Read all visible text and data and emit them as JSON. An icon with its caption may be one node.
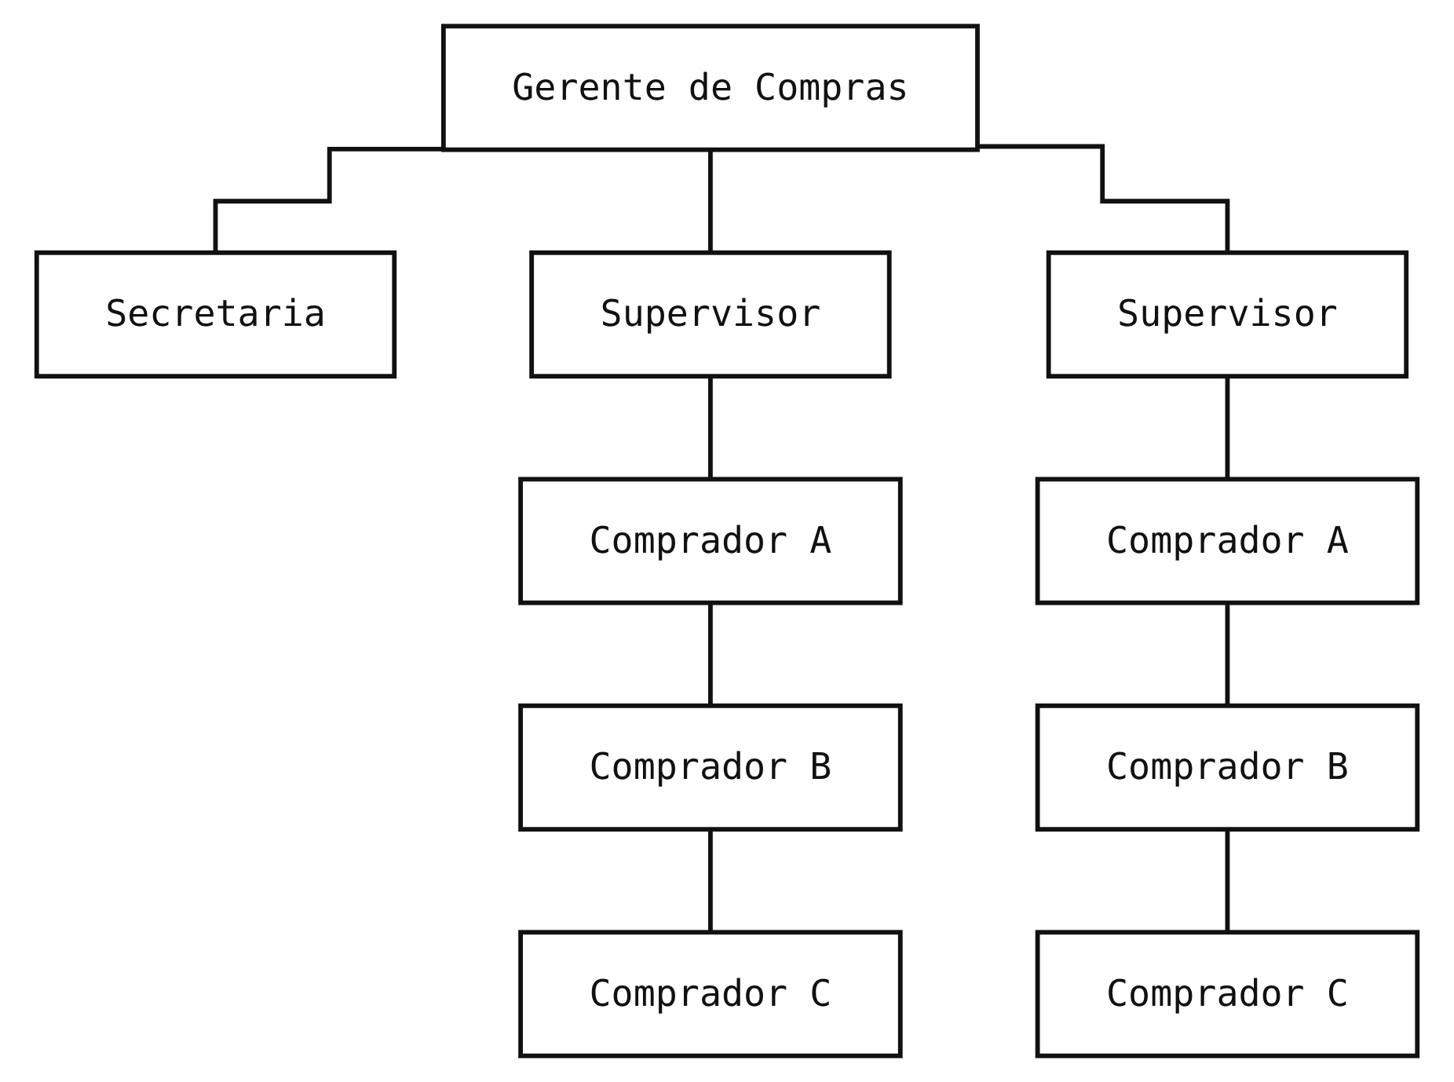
{
  "diagram": {
    "nodes": [
      {
        "text": [
          "Gerente de Compras"
        ]
      },
      {
        "text": [
          "Secretaria"
        ]
      },
      {
        "text": [
          "Supervisor"
        ]
      },
      {
        "text": [
          "Supervisor"
        ]
      },
      {
        "text": [
          "Comprador A"
        ]
      },
      {
        "text": [
          "Comprador B"
        ]
      },
      {
        "text": [
          "Comprador C"
        ]
      },
      {
        "text": [
          "Comprador A"
        ]
      },
      {
        "text": [
          "Comprador B"
        ]
      },
      {
        "text": [
          "Comprador C"
        ]
      }
    ],
    "edges": [
      {
        "from": 0,
        "to": 1,
        "arrow": "none"
      },
      {
        "from": 0,
        "to": 2,
        "arrow": "none"
      },
      {
        "from": 0,
        "to": 3,
        "arrow": "none"
      },
      {
        "from": 2,
        "to": 4,
        "arrow": "none"
      },
      {
        "from": 4,
        "to": 5,
        "arrow": "none"
      },
      {
        "from": 5,
        "to": 6,
        "arrow": "none"
      },
      {
        "from": 3,
        "to": 7,
        "arrow": "none"
      },
      {
        "from": 7,
        "to": 8,
        "arrow": "none"
      },
      {
        "from": 8,
        "to": 9,
        "arrow": "none"
      }
    ]
  }
}
